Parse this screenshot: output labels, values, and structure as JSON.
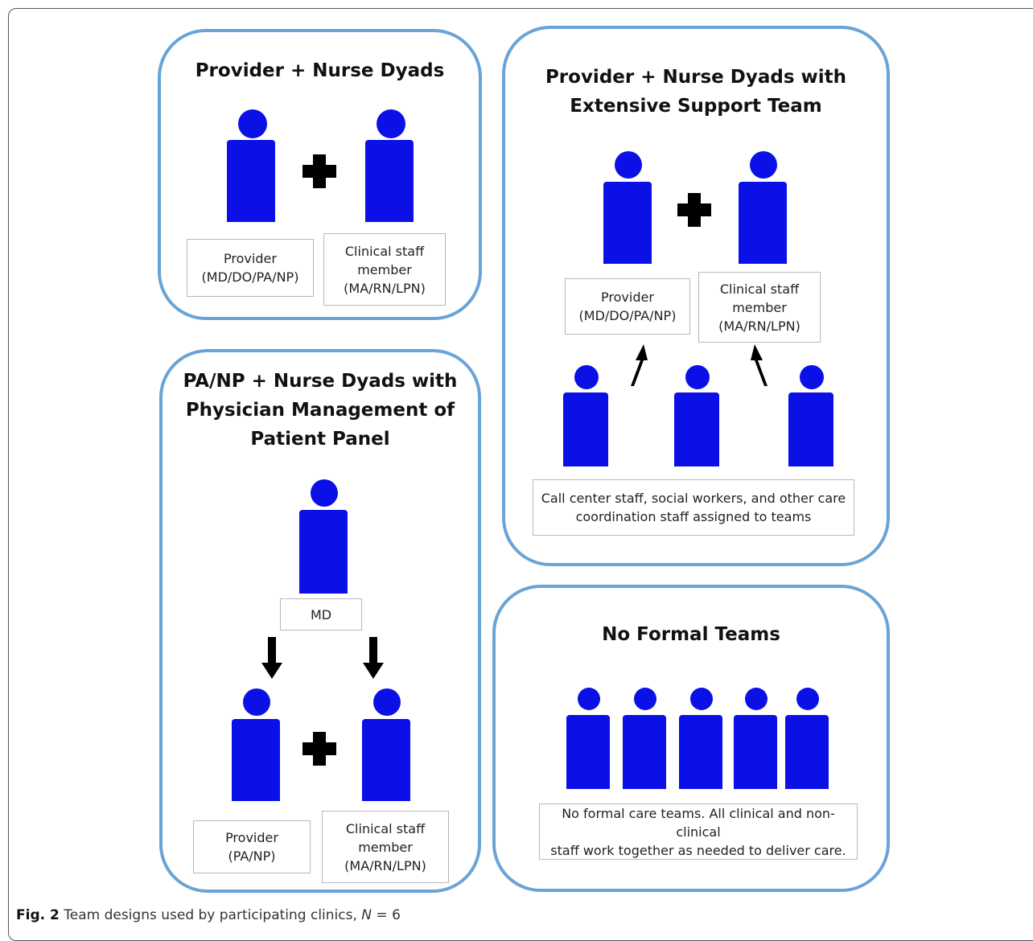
{
  "panels": {
    "dyads": {
      "title": "Provider + Nurse Dyads",
      "provider_label": "Provider\n(MD/DO/PA/NP)",
      "staff_label": "Clinical staff\nmember\n(MA/RN/LPN)"
    },
    "support": {
      "title": "Provider + Nurse Dyads with\nExtensive Support Team",
      "provider_label": "Provider\n(MD/DO/PA/NP)",
      "staff_label": "Clinical staff\nmember\n(MA/RN/LPN)",
      "team_label": "Call center staff, social workers, and other care\ncoordination staff assigned to teams"
    },
    "physician": {
      "title": "PA/NP + Nurse Dyads with\nPhysician Management of\nPatient Panel",
      "md_label": "MD",
      "provider_label": "Provider\n(PA/NP)",
      "staff_label": "Clinical staff\nmember\n(MA/RN/LPN)"
    },
    "none": {
      "title": "No Formal Teams",
      "description": "No formal care teams.  All clinical and non-clinical\nstaff work together as needed to deliver care."
    }
  },
  "caption": {
    "fig_label": "Fig. 2",
    "text": "Team designs used by participating clinics,",
    "n_var": "N",
    "n_value": " = 6"
  },
  "colors": {
    "panel_border": "#6aa3d6",
    "person": "#0a10e6",
    "icons": "#000000"
  },
  "icons": [
    "person-icon",
    "plus-icon",
    "arrow-icon"
  ]
}
